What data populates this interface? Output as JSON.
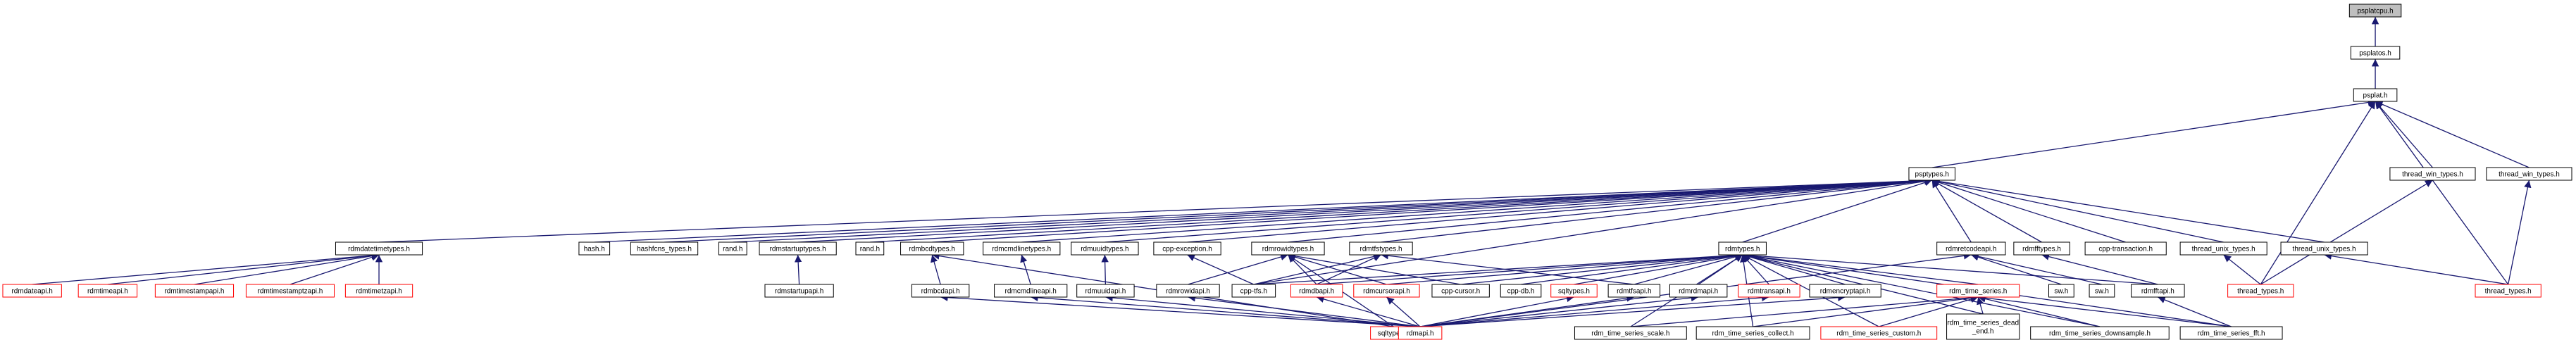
{
  "graph": {
    "nodes": {
      "psplatcpu": {
        "label": [
          "psplatcpu.h"
        ],
        "style": "root"
      },
      "psplatos": {
        "label": [
          "psplatos.h"
        ]
      },
      "psplat": {
        "label": [
          "psplat.h"
        ]
      },
      "psptypes": {
        "label": [
          "psptypes.h"
        ]
      },
      "thread_win_types1": {
        "label": [
          "thread_win_types.h"
        ]
      },
      "thread_win_types2": {
        "label": [
          "thread_win_types.h"
        ]
      },
      "rdmdatetimetypes": {
        "label": [
          "rdmdatetimetypes.h"
        ]
      },
      "hash": {
        "label": [
          "hash.h"
        ]
      },
      "hashfcns_types": {
        "label": [
          "hashfcns_types.h"
        ]
      },
      "rand1": {
        "label": [
          "rand.h"
        ]
      },
      "rdmstartuptypes": {
        "label": [
          "rdmstartuptypes.h"
        ]
      },
      "rand2": {
        "label": [
          "rand.h"
        ]
      },
      "rdmbcdtypes": {
        "label": [
          "rdmbcdtypes.h"
        ]
      },
      "rdmcmdlinetypes": {
        "label": [
          "rdmcmdlinetypes.h"
        ]
      },
      "rdmuuidtypes": {
        "label": [
          "rdmuuidtypes.h"
        ]
      },
      "cpp_exception": {
        "label": [
          "cpp-exception.h"
        ]
      },
      "rdmrowidtypes": {
        "label": [
          "rdmrowidtypes.h"
        ]
      },
      "rdmtfstypes": {
        "label": [
          "rdmtfstypes.h"
        ]
      },
      "rdmtypes": {
        "label": [
          "rdmtypes.h"
        ]
      },
      "rdmretcodeapi": {
        "label": [
          "rdmretcodeapi.h"
        ]
      },
      "rdmfftypes": {
        "label": [
          "rdmfftypes.h"
        ]
      },
      "cpp_transaction": {
        "label": [
          "cpp-transaction.h"
        ]
      },
      "thread_unix_types1": {
        "label": [
          "thread_unix_types.h"
        ]
      },
      "thread_unix_types2": {
        "label": [
          "thread_unix_types.h"
        ]
      },
      "rdmdateapi": {
        "label": [
          "rdmdateapi.h"
        ],
        "style": "red"
      },
      "rdmtimeapi": {
        "label": [
          "rdmtimeapi.h"
        ],
        "style": "red"
      },
      "rdmtimestampapi": {
        "label": [
          "rdmtimestampapi.h"
        ],
        "style": "red"
      },
      "rdmtimestamptzapi": {
        "label": [
          "rdmtimestamptzapi.h"
        ],
        "style": "red"
      },
      "rdmtimetzapi": {
        "label": [
          "rdmtimetzapi.h"
        ],
        "style": "red"
      },
      "rdmstartupapi": {
        "label": [
          "rdmstartupapi.h"
        ]
      },
      "rdmbcdapi": {
        "label": [
          "rdmbcdapi.h"
        ]
      },
      "rdmcmdlineapi": {
        "label": [
          "rdmcmdlineapi.h"
        ]
      },
      "rdmuuidapi": {
        "label": [
          "rdmuuidapi.h"
        ]
      },
      "rdmrowidapi": {
        "label": [
          "rdmrowidapi.h"
        ]
      },
      "cpp_tfs": {
        "label": [
          "cpp-tfs.h"
        ]
      },
      "rdmdbapi": {
        "label": [
          "rdmdbapi.h"
        ],
        "style": "red"
      },
      "rdmcursorapi": {
        "label": [
          "rdmcursorapi.h"
        ],
        "style": "red"
      },
      "cpp_cursor": {
        "label": [
          "cpp-cursor.h"
        ]
      },
      "cpp_db": {
        "label": [
          "cpp-db.h"
        ]
      },
      "sqltypes1": {
        "label": [
          "sqltypes.h"
        ],
        "style": "red"
      },
      "rdmtfsapi": {
        "label": [
          "rdmtfsapi.h"
        ]
      },
      "rdmrdmapi": {
        "label": [
          "rdmrdmapi.h"
        ]
      },
      "rdmtransapi": {
        "label": [
          "rdmtransapi.h"
        ],
        "style": "red"
      },
      "rdmencryptapi": {
        "label": [
          "rdmencryptapi.h"
        ]
      },
      "rdm_time_series": {
        "label": [
          "rdm_time_series.h"
        ],
        "style": "red"
      },
      "sw1": {
        "label": [
          "sw.h"
        ]
      },
      "sw2": {
        "label": [
          "sw.h"
        ]
      },
      "rdmfftapi": {
        "label": [
          "rdmfftapi.h"
        ]
      },
      "thread_types1": {
        "label": [
          "thread_types.h"
        ],
        "style": "red"
      },
      "thread_types2": {
        "label": [
          "thread_types.h"
        ],
        "style": "red"
      },
      "sqltypes2": {
        "label": [
          "sqltypes.h"
        ],
        "style": "red"
      },
      "rdmapi": {
        "label": [
          "rdmapi.h"
        ],
        "style": "red"
      },
      "rdm_time_series_scale": {
        "label": [
          "rdm_time_series_scale.h"
        ]
      },
      "rdm_time_series_collect": {
        "label": [
          "rdm_time_series_collect.h"
        ]
      },
      "rdm_time_series_custom": {
        "label": [
          "rdm_time_series_custom.h"
        ],
        "style": "red"
      },
      "rdm_time_series_dead_end": {
        "label": [
          "rdm_time_series_dead",
          "_end.h"
        ]
      },
      "rdm_time_series_downsample": {
        "label": [
          "rdm_time_series_downsample.h"
        ]
      },
      "rdm_time_series_fft": {
        "label": [
          "rdm_time_series_fft.h"
        ]
      }
    },
    "edges": [
      [
        "psplatos",
        "psplatcpu"
      ],
      [
        "psplat",
        "psplatos"
      ],
      [
        "psptypes",
        "psplat"
      ],
      [
        "thread_win_types1",
        "psplat"
      ],
      [
        "thread_win_types2",
        "psplat"
      ],
      [
        "thread_types1",
        "psplat"
      ],
      [
        "thread_types2",
        "psplat"
      ],
      [
        "rdmdatetimetypes",
        "psptypes"
      ],
      [
        "hash",
        "psptypes"
      ],
      [
        "hashfcns_types",
        "psptypes"
      ],
      [
        "rand1",
        "psptypes"
      ],
      [
        "rdmstartuptypes",
        "psptypes"
      ],
      [
        "rand2",
        "psptypes"
      ],
      [
        "rdmbcdtypes",
        "psptypes"
      ],
      [
        "rdmcmdlinetypes",
        "psptypes"
      ],
      [
        "rdmuuidtypes",
        "psptypes"
      ],
      [
        "cpp_exception",
        "psptypes"
      ],
      [
        "rdmrowidtypes",
        "psptypes"
      ],
      [
        "rdmtfstypes",
        "psptypes"
      ],
      [
        "rdmtypes",
        "psptypes"
      ],
      [
        "rdmretcodeapi",
        "psptypes"
      ],
      [
        "rdmfftypes",
        "psptypes"
      ],
      [
        "cpp_transaction",
        "psptypes"
      ],
      [
        "thread_unix_types1",
        "psptypes"
      ],
      [
        "thread_unix_types2",
        "psptypes"
      ],
      [
        "cpp_tfs",
        "psptypes"
      ],
      [
        "thread_types1",
        "thread_win_types1"
      ],
      [
        "thread_types1",
        "thread_unix_types1"
      ],
      [
        "thread_types2",
        "thread_win_types2"
      ],
      [
        "thread_types2",
        "thread_unix_types2"
      ],
      [
        "rdmdateapi",
        "rdmdatetimetypes"
      ],
      [
        "rdmtimeapi",
        "rdmdatetimetypes"
      ],
      [
        "rdmtimestampapi",
        "rdmdatetimetypes"
      ],
      [
        "rdmtimestamptzapi",
        "rdmdatetimetypes"
      ],
      [
        "rdmtimetzapi",
        "rdmdatetimetypes"
      ],
      [
        "rdmstartupapi",
        "rdmstartuptypes"
      ],
      [
        "rdmbcdapi",
        "rdmbcdtypes"
      ],
      [
        "sqltypes2",
        "rdmbcdtypes"
      ],
      [
        "rdmcmdlineapi",
        "rdmcmdlinetypes"
      ],
      [
        "rdmuuidapi",
        "rdmuuidtypes"
      ],
      [
        "cpp_tfs",
        "cpp_exception"
      ],
      [
        "rdmrowidapi",
        "rdmrowidtypes"
      ],
      [
        "rdmdbapi",
        "rdmrowidtypes"
      ],
      [
        "rdmcursorapi",
        "rdmrowidtypes"
      ],
      [
        "cpp_cursor",
        "rdmrowidtypes"
      ],
      [
        "sqltypes2",
        "rdmrowidtypes"
      ],
      [
        "cpp_tfs",
        "rdmtfstypes"
      ],
      [
        "rdmdbapi",
        "rdmtfstypes"
      ],
      [
        "rdmtfsapi",
        "rdmtfstypes"
      ],
      [
        "cpp_tfs",
        "rdmtypes"
      ],
      [
        "rdmdbapi",
        "rdmtypes"
      ],
      [
        "rdmcursorapi",
        "rdmtypes"
      ],
      [
        "cpp_cursor",
        "rdmtypes"
      ],
      [
        "cpp_db",
        "rdmtypes"
      ],
      [
        "sqltypes1",
        "rdmtypes"
      ],
      [
        "rdmtfsapi",
        "rdmtypes"
      ],
      [
        "rdmrdmapi",
        "rdmtypes"
      ],
      [
        "rdmtransapi",
        "rdmtypes"
      ],
      [
        "rdmencryptapi",
        "rdmtypes"
      ],
      [
        "rdm_time_series",
        "rdmtypes"
      ],
      [
        "rdmfftapi",
        "rdmtypes"
      ],
      [
        "rdm_time_series_scale",
        "rdmtypes"
      ],
      [
        "rdm_time_series_collect",
        "rdmtypes"
      ],
      [
        "rdm_time_series_custom",
        "rdmtypes"
      ],
      [
        "rdm_time_series_dead_end",
        "rdmtypes"
      ],
      [
        "rdm_time_series_downsample",
        "rdmtypes"
      ],
      [
        "rdm_time_series_fft",
        "rdmtypes"
      ],
      [
        "rdmapi",
        "rdmretcodeapi"
      ],
      [
        "sw1",
        "rdmretcodeapi"
      ],
      [
        "sw2",
        "rdmretcodeapi"
      ],
      [
        "rdmfftapi",
        "rdmfftypes"
      ],
      [
        "rdmapi",
        "rdmbcdapi"
      ],
      [
        "rdmapi",
        "rdmcmdlineapi"
      ],
      [
        "rdmapi",
        "rdmuuidapi"
      ],
      [
        "rdmapi",
        "rdmrowidapi"
      ],
      [
        "rdmapi",
        "rdmdbapi"
      ],
      [
        "rdmapi",
        "rdmcursorapi"
      ],
      [
        "rdmapi",
        "sqltypes1"
      ],
      [
        "rdmapi",
        "rdmtfsapi"
      ],
      [
        "rdmapi",
        "rdmrdmapi"
      ],
      [
        "rdmapi",
        "rdmtransapi"
      ],
      [
        "rdmapi",
        "rdmencryptapi"
      ],
      [
        "rdm_time_series_scale",
        "rdm_time_series"
      ],
      [
        "rdm_time_series_collect",
        "rdm_time_series"
      ],
      [
        "rdm_time_series_custom",
        "rdm_time_series"
      ],
      [
        "rdm_time_series_dead_end",
        "rdm_time_series"
      ],
      [
        "rdm_time_series_downsample",
        "rdm_time_series"
      ],
      [
        "rdm_time_series_fft",
        "rdm_time_series"
      ],
      [
        "rdm_time_series_fft",
        "rdmfftapi"
      ]
    ]
  }
}
